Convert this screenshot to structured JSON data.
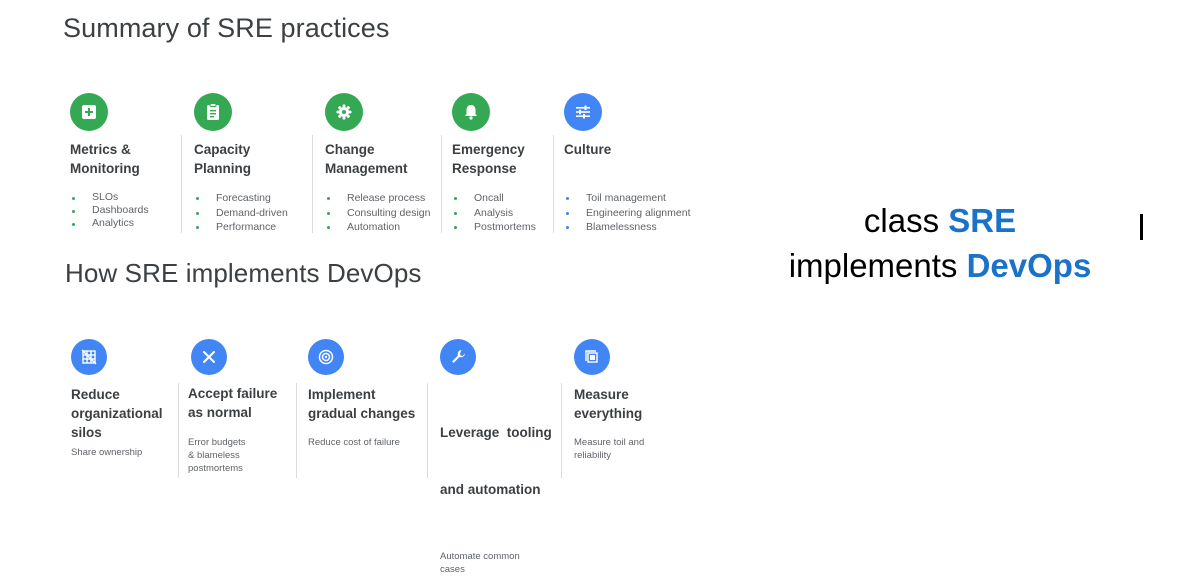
{
  "summary": {
    "title": "Summary of SRE practices",
    "columns": [
      {
        "head1": "Metrics &",
        "head2": "Monitoring",
        "icon": "plus-box-icon",
        "color": "#34a853",
        "items": [
          "SLOs",
          "Dashboards",
          "Analytics"
        ]
      },
      {
        "head1": "Capacity",
        "head2": "Planning",
        "icon": "clipboard-icon",
        "color": "#34a853",
        "items": [
          "Forecasting",
          "Demand-driven",
          "Performance"
        ]
      },
      {
        "head1": "Change",
        "head2": "Management",
        "icon": "gear-icon",
        "color": "#34a853",
        "items": [
          "Release process",
          "Consulting design",
          "Automation"
        ]
      },
      {
        "head1": "Emergency",
        "head2": "Response",
        "icon": "bell-icon",
        "color": "#34a853",
        "items": [
          "Oncall",
          "Analysis",
          "Postmortems"
        ]
      },
      {
        "head1": "Culture",
        "head2": "",
        "icon": "sliders-icon",
        "color": "#4285f4",
        "items": [
          "Toil management",
          "Engineering alignment",
          "Blamelessness"
        ]
      }
    ]
  },
  "devops": {
    "title": "How SRE implements DevOps",
    "columns": [
      {
        "head": [
          "Reduce",
          "organizational",
          "silos"
        ],
        "icon": "grid-icon",
        "desc": [
          "Share ownership"
        ]
      },
      {
        "head": [
          "Accept failure",
          "as normal"
        ],
        "icon": "close-icon",
        "desc": [
          "Error budgets",
          "& blameless",
          "postmortems"
        ]
      },
      {
        "head": [
          "Implement",
          "gradual changes"
        ],
        "icon": "target-icon",
        "desc": [
          "Reduce cost of failure"
        ]
      },
      {
        "head": [
          "Leverage  tooling",
          "and automation"
        ],
        "icon": "wrench-icon",
        "desc": [
          "Automate common",
          "cases"
        ]
      },
      {
        "head": [
          "Measure",
          "everything"
        ],
        "icon": "measure-icon",
        "desc": [
          "Measure toil and",
          "reliability"
        ]
      }
    ]
  },
  "side": {
    "line1_a": "class ",
    "line1_b": "SRE",
    "line2_a": "implements ",
    "line2_b": "DevOps",
    "accent": "#1a73c8"
  }
}
